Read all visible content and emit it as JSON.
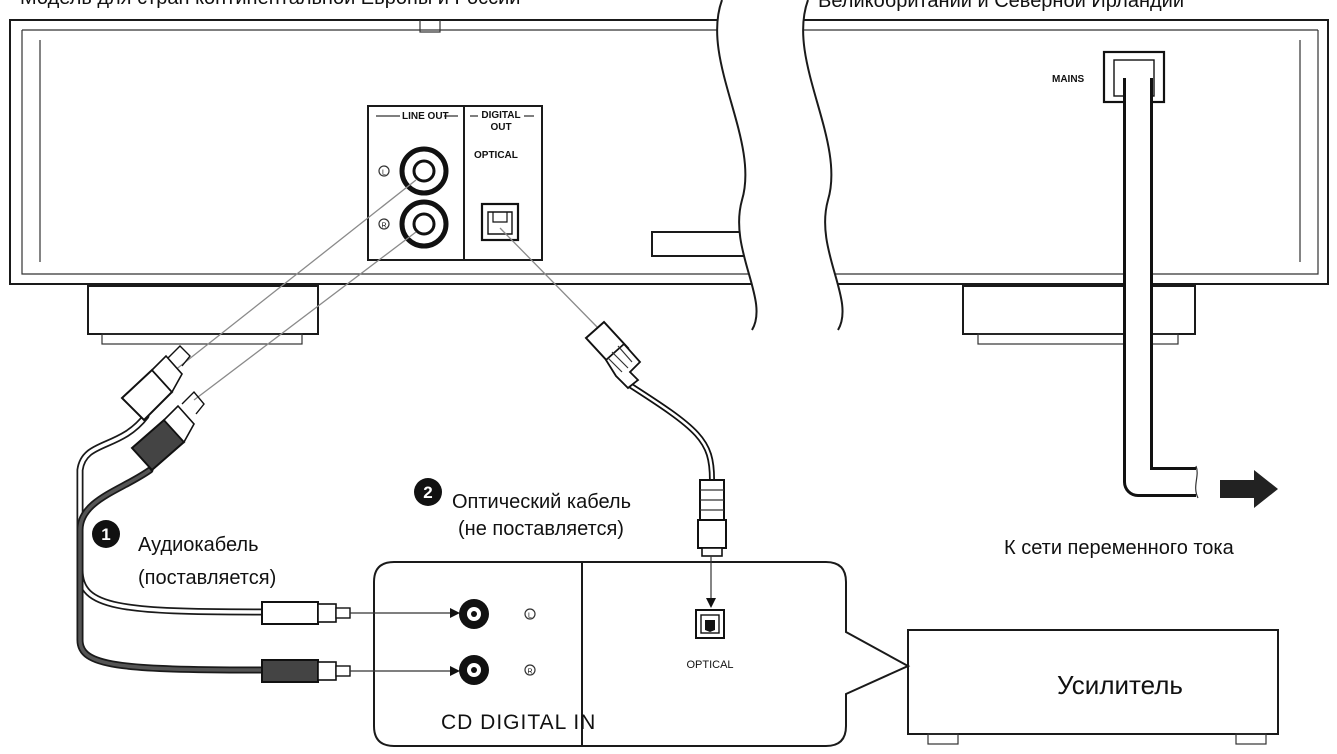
{
  "header": {
    "left_text": "Модель для стран континентальной Европы и России",
    "right_text": "Великобритании и Северной Ирландии"
  },
  "player": {
    "line_out": "LINE OUT",
    "digital_out_line1": "DIGITAL",
    "digital_out_line2": "OUT",
    "optical": "OPTICAL",
    "mains": "MAINS",
    "left_mark": "L",
    "right_mark": "R"
  },
  "cables": {
    "audio_number": "1",
    "audio_line1": "Аудиокабель",
    "audio_line2": "(поставляется)",
    "optical_number": "2",
    "optical_line1": "Оптический кабель",
    "optical_line2": "(не поставляется)"
  },
  "power": {
    "label": "К сети переменного тока"
  },
  "amplifier": {
    "title": "Усилитель",
    "panel_label": "CD DIGITAL IN",
    "optical": "OPTICAL",
    "left_mark": "L",
    "right_mark": "R"
  }
}
